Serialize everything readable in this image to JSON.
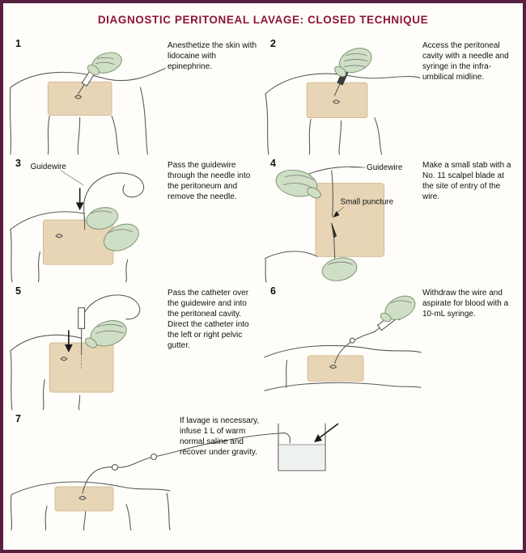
{
  "title": "DIAGNOSTIC PERITONEAL LAVAGE: CLOSED TECHNIQUE",
  "colors": {
    "maroon": "#8e1537",
    "border": "#582040",
    "skin": "#e8d5b5",
    "skinEdge": "#cdb489",
    "glove": "#cfdfc6",
    "gloveEdge": "#7d9371"
  },
  "panels": [
    {
      "number": "1",
      "caption": "Anesthetize the skin with lidocaine with epinephrine.",
      "labels": []
    },
    {
      "number": "2",
      "caption": "Access the peritoneal cavity with a needle and syringe in the infra-umbilical midline.",
      "labels": []
    },
    {
      "number": "3",
      "caption": "Pass the guidewire through the needle into the peritoneum and remove the needle.",
      "labels": [
        "Guidewire"
      ]
    },
    {
      "number": "4",
      "caption": "Make a small stab with a No. 11 scalpel blade at the site of entry of the wire.",
      "labels": [
        "Guidewire",
        "Small puncture"
      ]
    },
    {
      "number": "5",
      "caption": "Pass the catheter over the guidewire and into the peritoneal cavity. Direct the catheter into the left or right pelvic gutter.",
      "labels": []
    },
    {
      "number": "6",
      "caption": "Withdraw the wire and aspirate for blood with a 10-mL syringe.",
      "labels": []
    },
    {
      "number": "7",
      "caption": "If lavage is necessary, infuse 1 L of warm normal saline and recover under gravity.",
      "labels": []
    }
  ]
}
